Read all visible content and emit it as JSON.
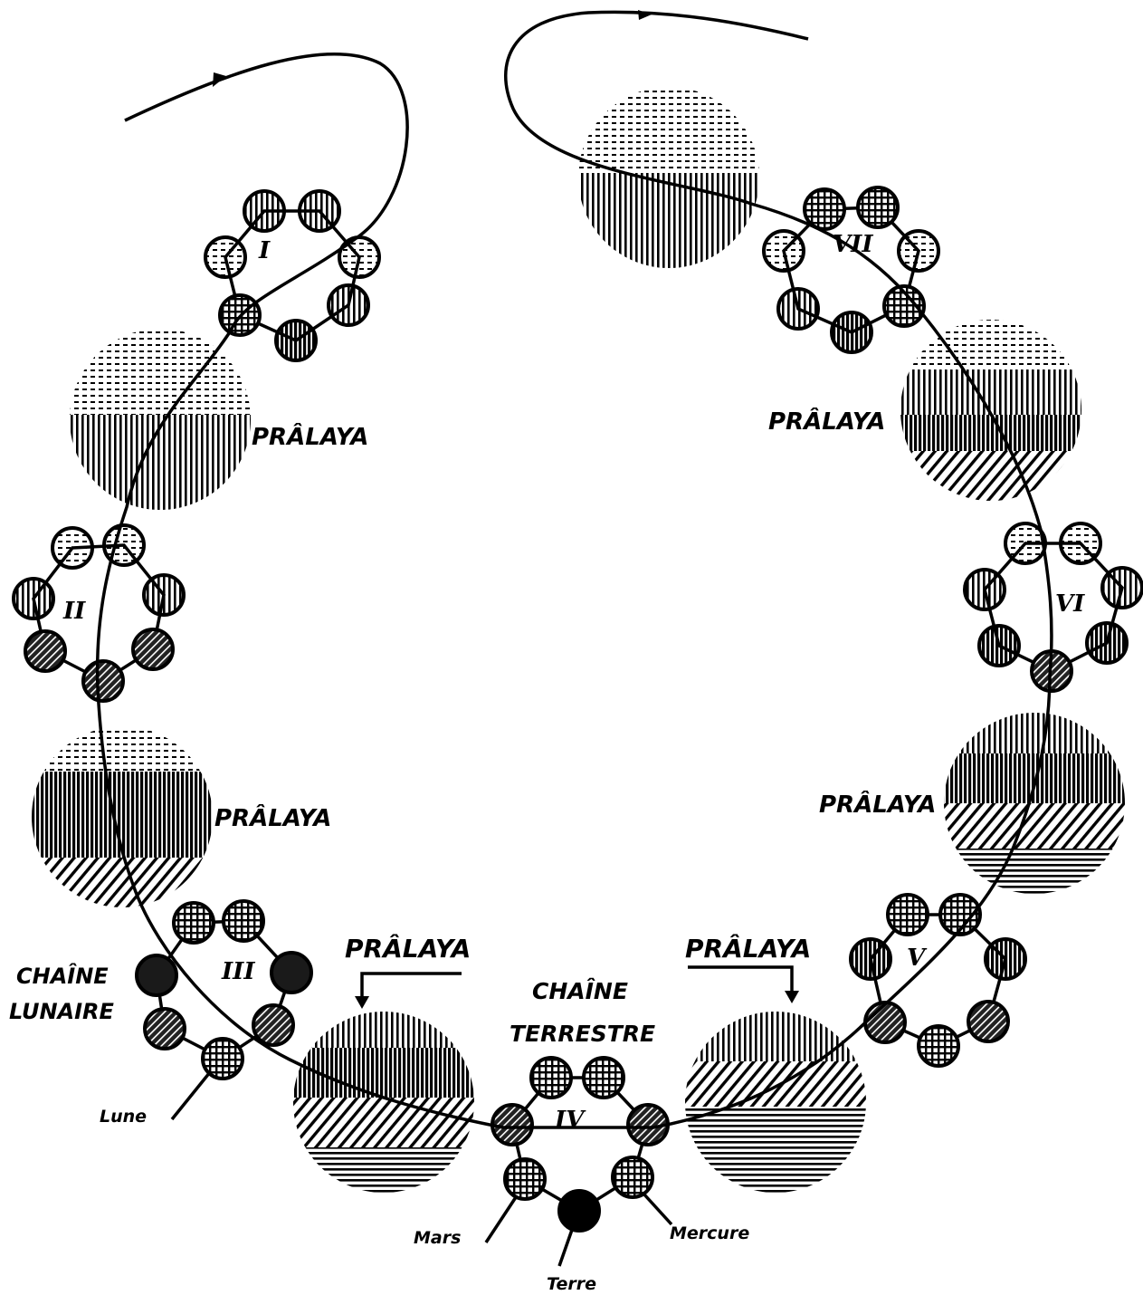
{
  "labels": {
    "chain_1": "I",
    "chain_2": "II",
    "chain_3": "III",
    "chain_4": "IV",
    "chain_5": "V",
    "chain_6": "VI",
    "chain_7": "VII",
    "pralaya_1": "PRÂLAYA",
    "pralaya_2": "PRÂLAYA",
    "pralaya_3": "PRÂLAYA",
    "pralaya_4": "PRÂLAYA",
    "pralaya_5": "PRÂLAYA",
    "pralaya_6": "PRÂLAYA",
    "chaine_lunaire_1": "CHAÎNE",
    "chaine_lunaire_2": "LUNAIRE",
    "chaine_terrestre_1": "CHAÎNE",
    "chaine_terrestre_2": "TERRESTRE",
    "lune": "Lune",
    "mars": "Mars",
    "terre": "Terre",
    "mercure": "Mercure"
  }
}
